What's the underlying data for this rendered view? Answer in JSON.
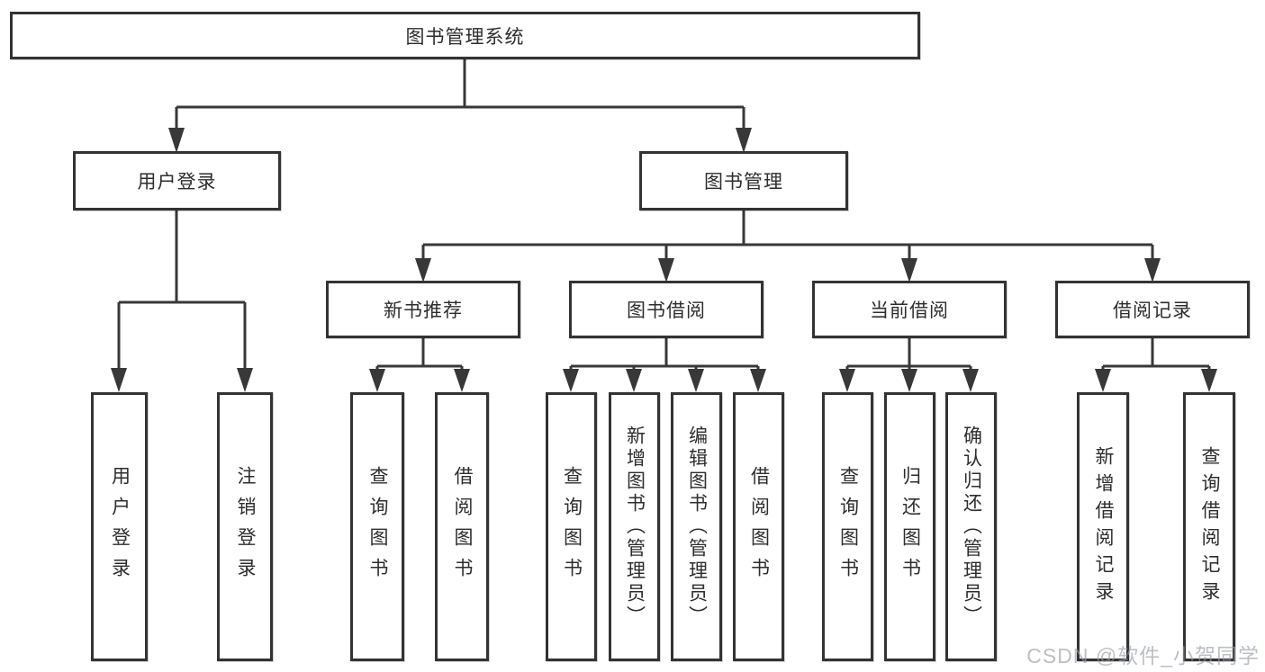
{
  "tree": {
    "label": "图书管理系统",
    "children": [
      {
        "label": "用户登录",
        "children": [
          {
            "label": "用户登录"
          },
          {
            "label": "注销登录"
          }
        ]
      },
      {
        "label": "图书管理",
        "children": [
          {
            "label": "新书推荐",
            "children": [
              {
                "label": "查询图书"
              },
              {
                "label": "借阅图书"
              }
            ]
          },
          {
            "label": "图书借阅",
            "children": [
              {
                "label": "查询图书"
              },
              {
                "label": "新增图书（管理员）"
              },
              {
                "label": "编辑图书（管理员）"
              },
              {
                "label": "借阅图书"
              }
            ]
          },
          {
            "label": "当前借阅",
            "children": [
              {
                "label": "查询图书"
              },
              {
                "label": "归还图书"
              },
              {
                "label": "确认归还（管理员）"
              }
            ]
          },
          {
            "label": "借阅记录",
            "children": [
              {
                "label": "新增借阅记录"
              },
              {
                "label": "查询借阅记录"
              }
            ]
          }
        ]
      }
    ]
  },
  "watermark": {
    "text": "CSDN @软件_小贺同学"
  },
  "colors": {
    "line": "#383838",
    "box_border": "#333333",
    "text": "#2d2d2d",
    "watermark": "#9aa0a8",
    "background": "#ffffff"
  }
}
